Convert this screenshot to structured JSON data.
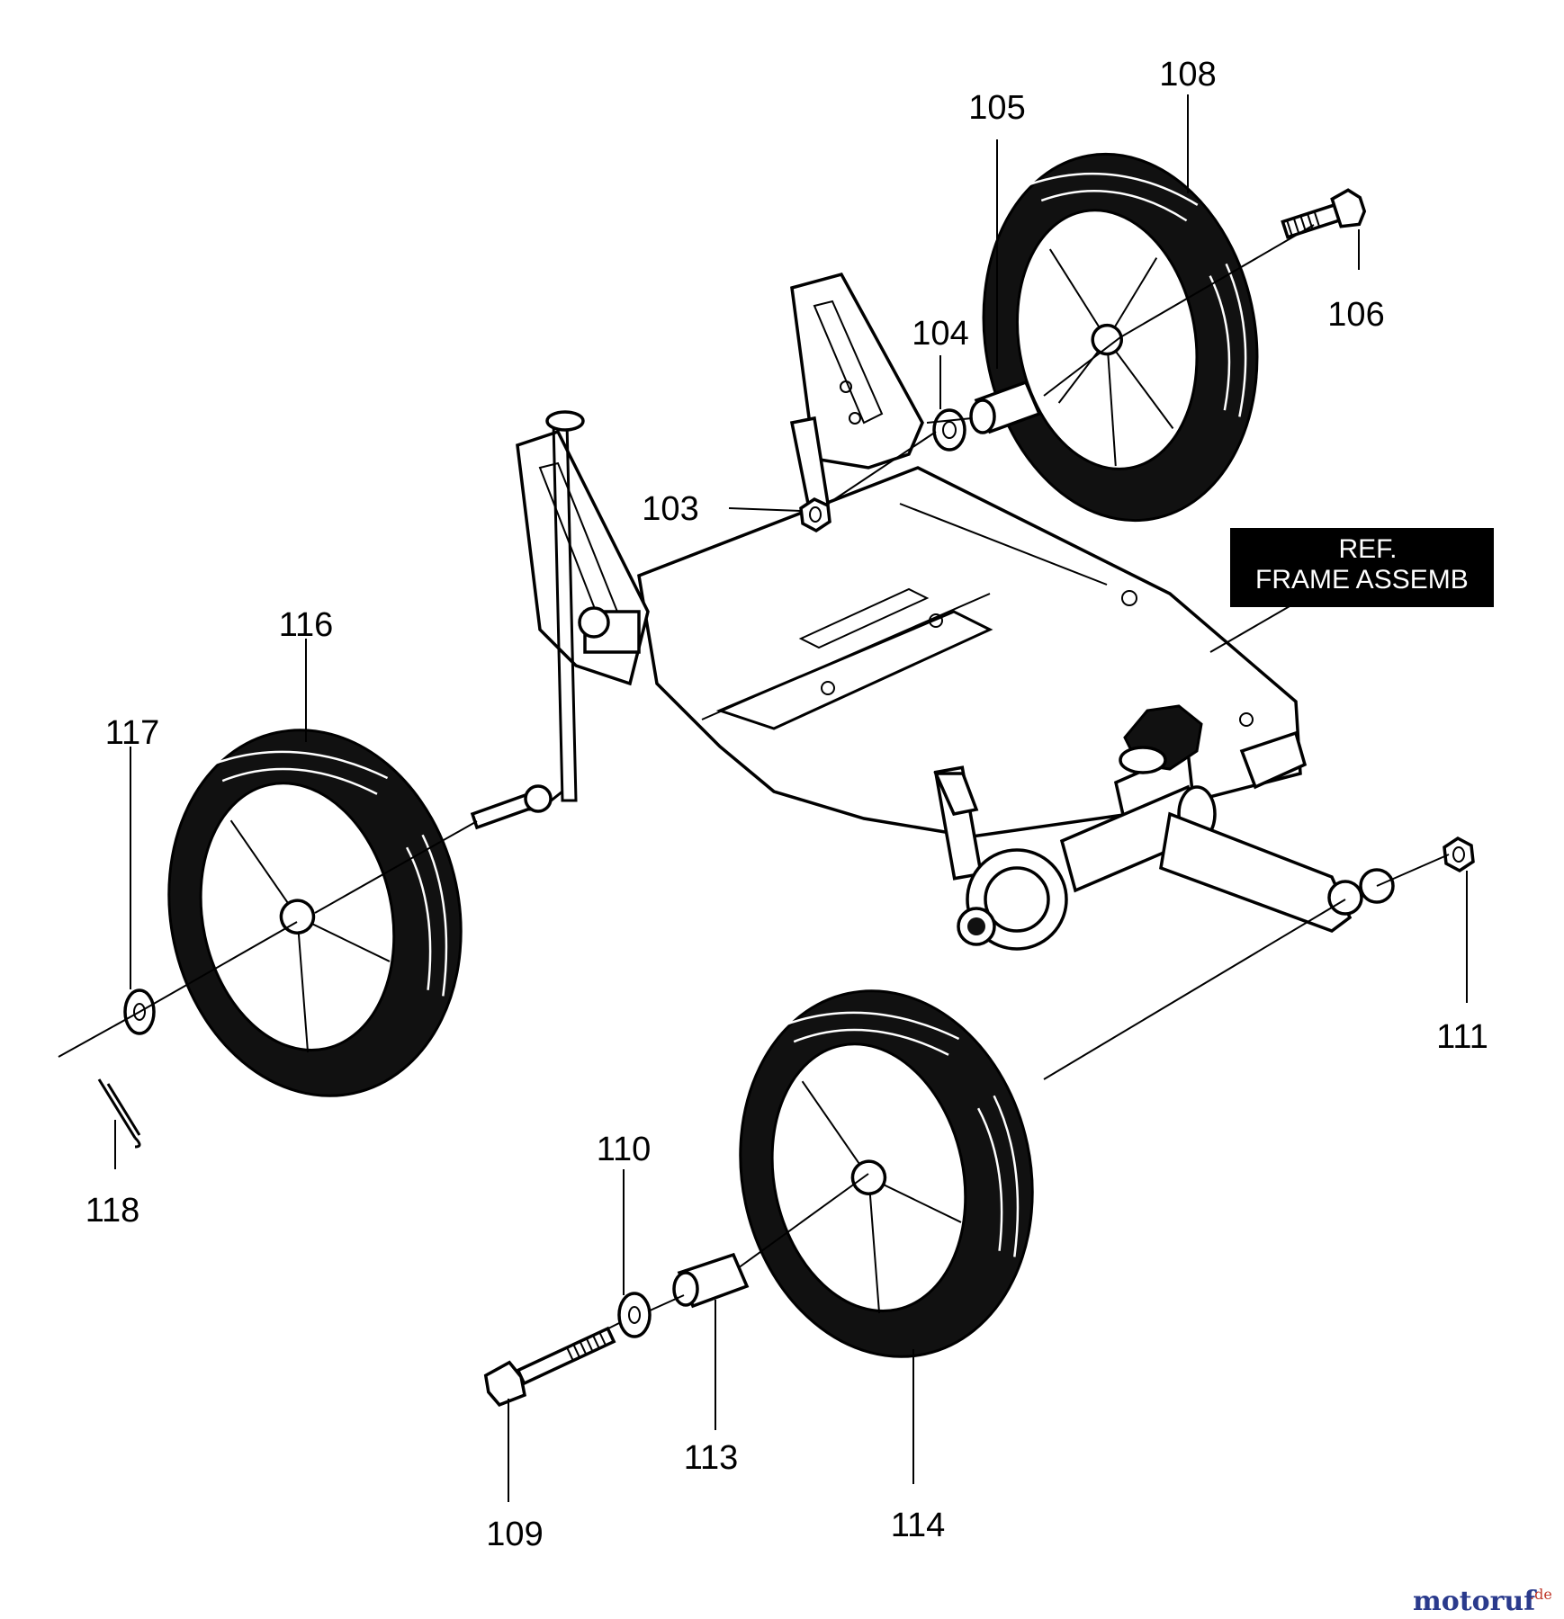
{
  "parts": [
    {
      "number": "103"
    },
    {
      "number": "104"
    },
    {
      "number": "105"
    },
    {
      "number": "106"
    },
    {
      "number": "108"
    },
    {
      "number": "109"
    },
    {
      "number": "110"
    },
    {
      "number": "111"
    },
    {
      "number": "113"
    },
    {
      "number": "114"
    },
    {
      "number": "116"
    },
    {
      "number": "117"
    },
    {
      "number": "118"
    }
  ],
  "callout": {
    "line1": "REF.",
    "line2": "FRAME ASSEMB"
  },
  "watermark": {
    "brand": "motoruf",
    "suffix": ".de",
    "color_primary": "#2a3a8c",
    "color_accent": "#c0392b"
  }
}
